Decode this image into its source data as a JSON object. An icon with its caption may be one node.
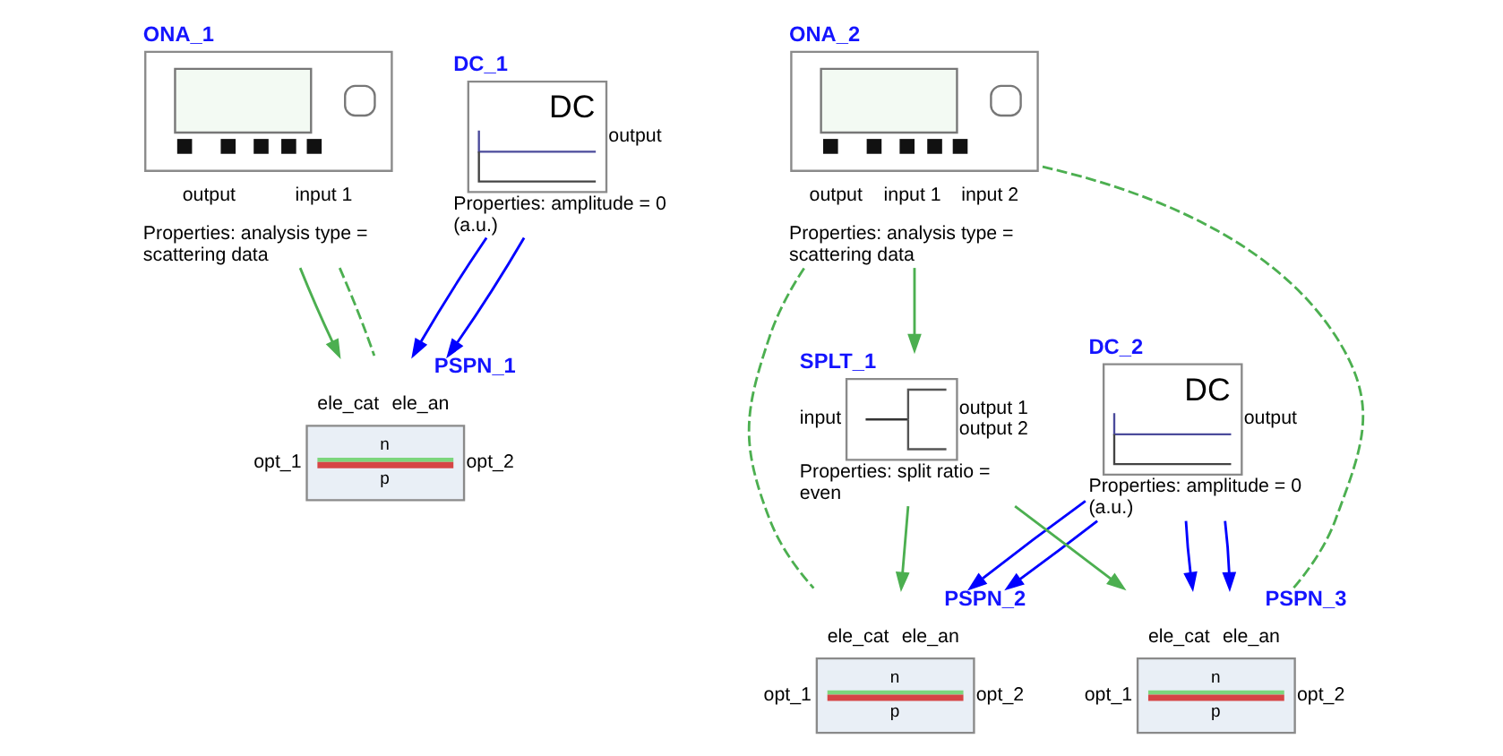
{
  "diagram": {
    "nodes": [
      {
        "text": [
          "ONA_1"
        ],
        "beside": [
          "output",
          "input 1",
          "Properties: analysis type = scattering data"
        ]
      },
      {
        "text": [
          "DC_1",
          "DC"
        ],
        "beside": [
          "output",
          "Properties: amplitude = 0 (a.u.)"
        ]
      },
      {
        "text": [
          "PSPN_1",
          "n",
          "p"
        ],
        "beside": [
          "ele_cat",
          "ele_an",
          "opt_1",
          "opt_2"
        ]
      },
      {
        "text": [
          "DC_2",
          "DC"
        ],
        "beside": [
          "output",
          "Properties: amplitude = 0 (a.u.)"
        ]
      },
      {
        "text": [
          "ONA_2"
        ],
        "beside": [
          "output",
          "input 1",
          "input 2",
          "Properties: analysis type = scattering data"
        ]
      },
      {
        "text": [
          "PSPN_2",
          "n",
          "p"
        ],
        "beside": [
          "ele_cat",
          "ele_an",
          "opt_1",
          "opt_2"
        ]
      },
      {
        "text": [
          "SPLT_1"
        ],
        "beside": [
          "input",
          "output 1",
          "output 2",
          "Properties: split ratio = even"
        ]
      },
      {
        "text": [
          "PSPN_3",
          "n",
          "p"
        ],
        "beside": [
          "ele_cat",
          "ele_an",
          "opt_1",
          "opt_2"
        ]
      }
    ],
    "edges": [
      {
        "from": 0,
        "to": 2,
        "arrow": "to"
      },
      {
        "from": 0,
        "to": 2,
        "arrow": "none",
        "style": "dashed"
      },
      {
        "from": 1,
        "to": 2,
        "arrow": "to",
        "color": "#0000ff"
      },
      {
        "from": 1,
        "to": 2,
        "arrow": "to",
        "color": "#0000ff"
      },
      {
        "from": 3,
        "to": 5,
        "arrow": "to",
        "color": "#0000ff"
      },
      {
        "from": 3,
        "to": 5,
        "arrow": "to",
        "color": "#0000ff"
      },
      {
        "from": 3,
        "to": 7,
        "arrow": "to",
        "color": "#0000ff"
      },
      {
        "from": 3,
        "to": 7,
        "arrow": "to",
        "color": "#0000ff"
      },
      {
        "from": 4,
        "to": 6,
        "arrow": "to"
      },
      {
        "from": 6,
        "to": 5,
        "arrow": "to"
      },
      {
        "from": 6,
        "to": 7,
        "arrow": "to"
      },
      {
        "from": 4,
        "to": 5,
        "arrow": "none",
        "style": "dashed"
      },
      {
        "from": 4,
        "to": 7,
        "arrow": "none",
        "style": "dashed"
      }
    ]
  }
}
